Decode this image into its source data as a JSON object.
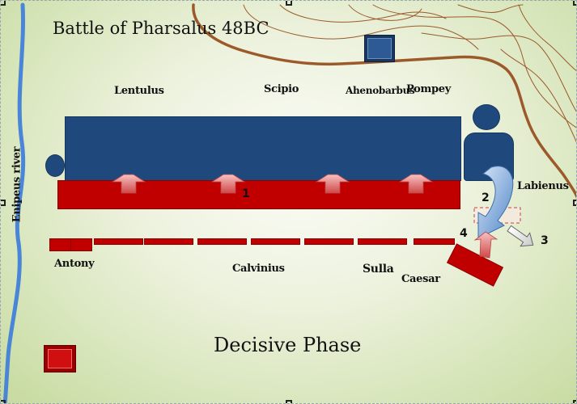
{
  "map": {
    "title": "Battle of Pharsalus 48BC",
    "phase": "Decisive Phase",
    "river_label": "Enipeus river",
    "pompeian_commanders": [
      "Lentulus",
      "Scipio",
      "Ahenobarbus",
      "Pompey"
    ],
    "cavalry_commander": "Labienus",
    "caesarian_commanders": [
      "Antony",
      "Calvinius",
      "Sulla",
      "Caesar"
    ],
    "markers": [
      "1",
      "2",
      "3",
      "4"
    ],
    "colors": {
      "pompeian": "#1f497d",
      "caesarian": "#c00000",
      "river": "#4a86d8",
      "contour": "#9c5a2a",
      "land": "#d8e6bc"
    },
    "icons": [
      "pompeian-camp-icon",
      "caesarian-camp-icon",
      "advance-arrow-icon",
      "cavalry-charge-arrow-icon",
      "flight-arrow-icon"
    ]
  }
}
